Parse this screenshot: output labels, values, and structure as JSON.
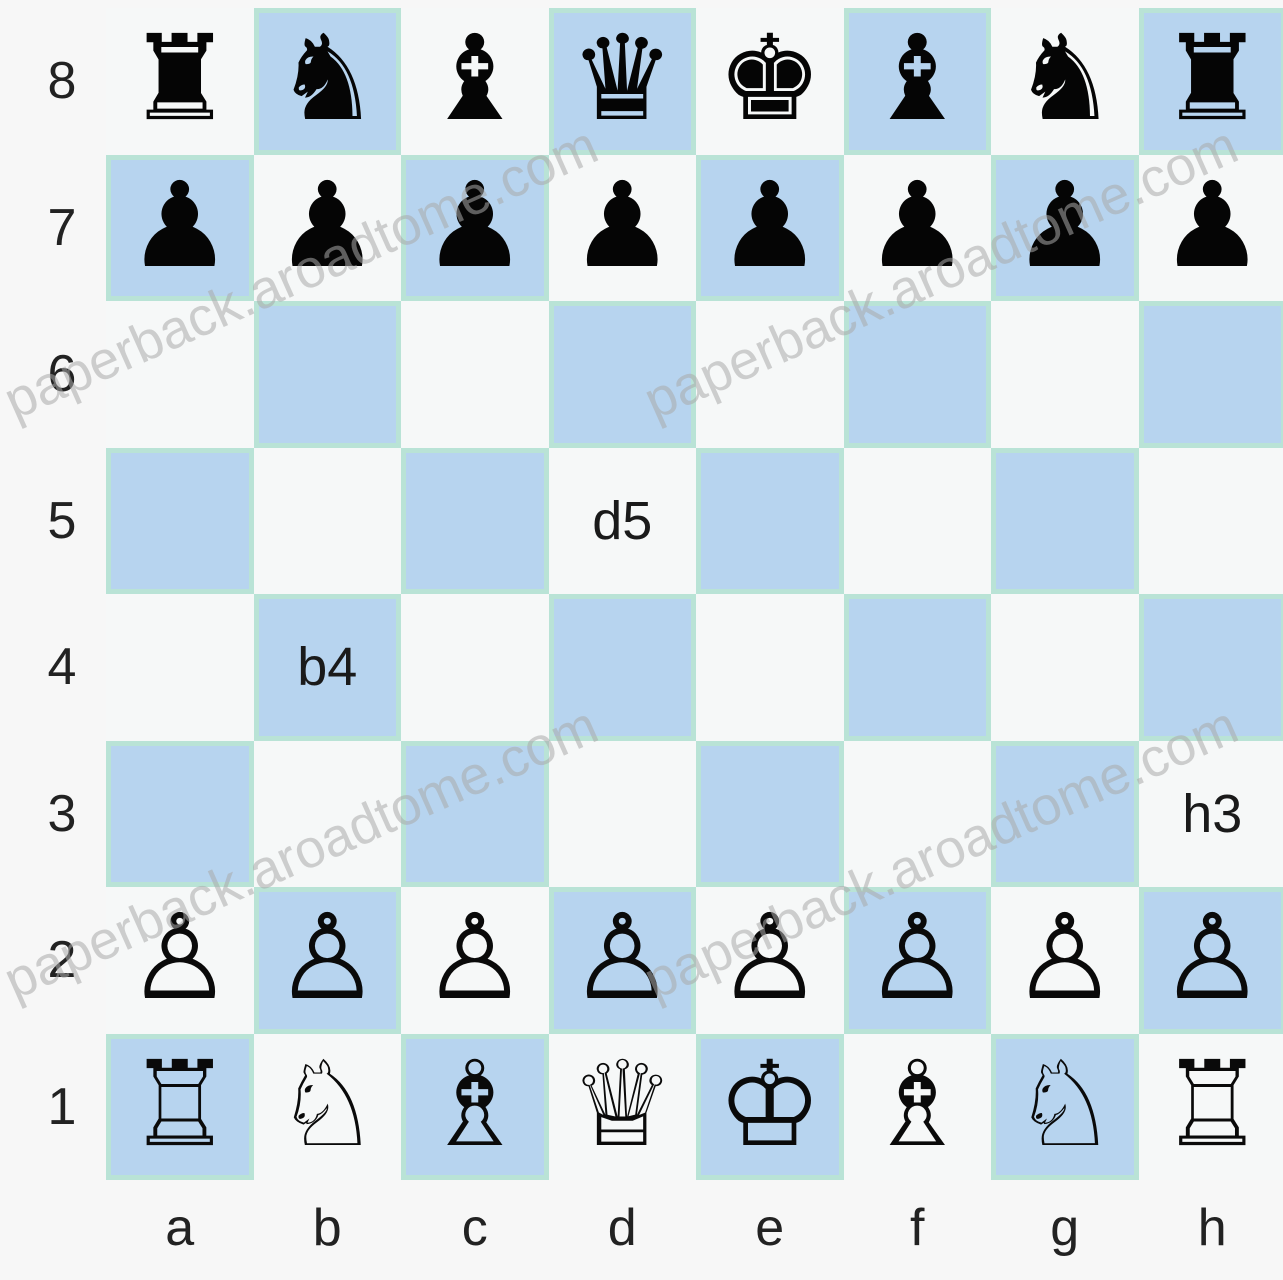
{
  "board": {
    "files": [
      "a",
      "b",
      "c",
      "d",
      "e",
      "f",
      "g",
      "h"
    ],
    "ranks": [
      "8",
      "7",
      "6",
      "5",
      "4",
      "3",
      "2",
      "1"
    ],
    "light_color": "#f6f8f8",
    "dark_color": "#b7d4ef",
    "border_color": "#b9e3d6",
    "pieces": {
      "a8": "black-rook",
      "b8": "black-knight",
      "c8": "black-bishop",
      "d8": "black-queen",
      "e8": "black-king",
      "f8": "black-bishop",
      "g8": "black-knight",
      "h8": "black-rook",
      "a7": "black-pawn",
      "b7": "black-pawn",
      "c7": "black-pawn",
      "d7": "black-pawn",
      "e7": "black-pawn",
      "f7": "black-pawn",
      "g7": "black-pawn",
      "h7": "black-pawn",
      "a2": "white-pawn",
      "b2": "white-pawn",
      "c2": "white-pawn",
      "d2": "white-pawn",
      "e2": "white-pawn",
      "f2": "white-pawn",
      "g2": "white-pawn",
      "h2": "white-pawn",
      "a1": "white-rook",
      "b1": "white-knight",
      "c1": "white-bishop",
      "d1": "white-queen",
      "e1": "white-king",
      "f1": "white-bishop",
      "g1": "white-knight",
      "h1": "white-rook"
    },
    "square_labels": {
      "d5": "d5",
      "b4": "b4",
      "h3": "h3"
    }
  },
  "watermark": "paperback.aroadtome.com"
}
